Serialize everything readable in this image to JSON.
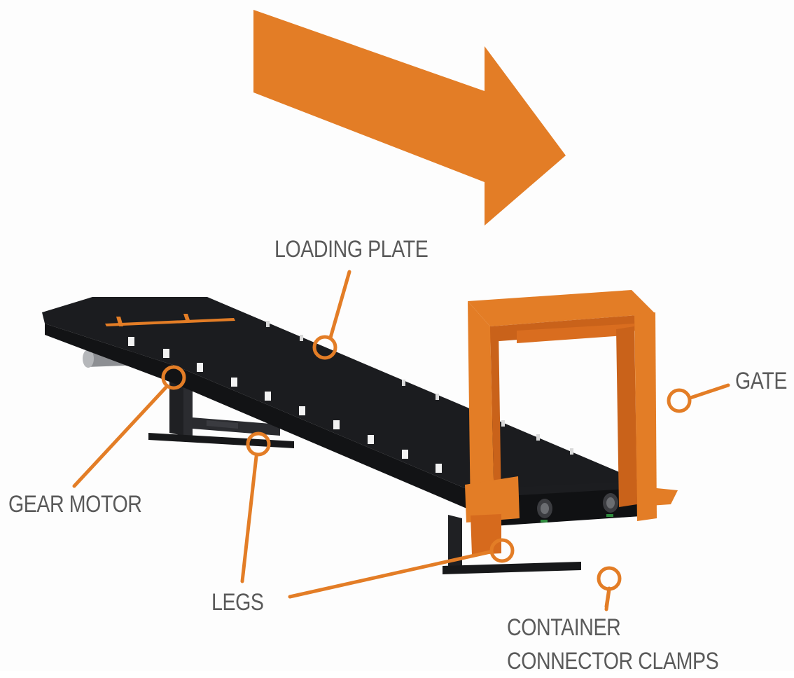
{
  "colors": {
    "accent": "#e37d26",
    "machine_dark": "#1e1f22",
    "label_text": "#5a5a5a",
    "background": "#ffffff"
  },
  "labels": {
    "loading_plate": "LOADING PLATE",
    "gate": "GATE",
    "gear_motor": "GEAR MOTOR",
    "legs": "LEGS",
    "container_clamps_line1": "CONTAINER",
    "container_clamps_line2": "CONNECTOR CLAMPS"
  },
  "direction_arrow": {
    "icon": "direction-arrow-icon",
    "meaning": "loading direction"
  }
}
